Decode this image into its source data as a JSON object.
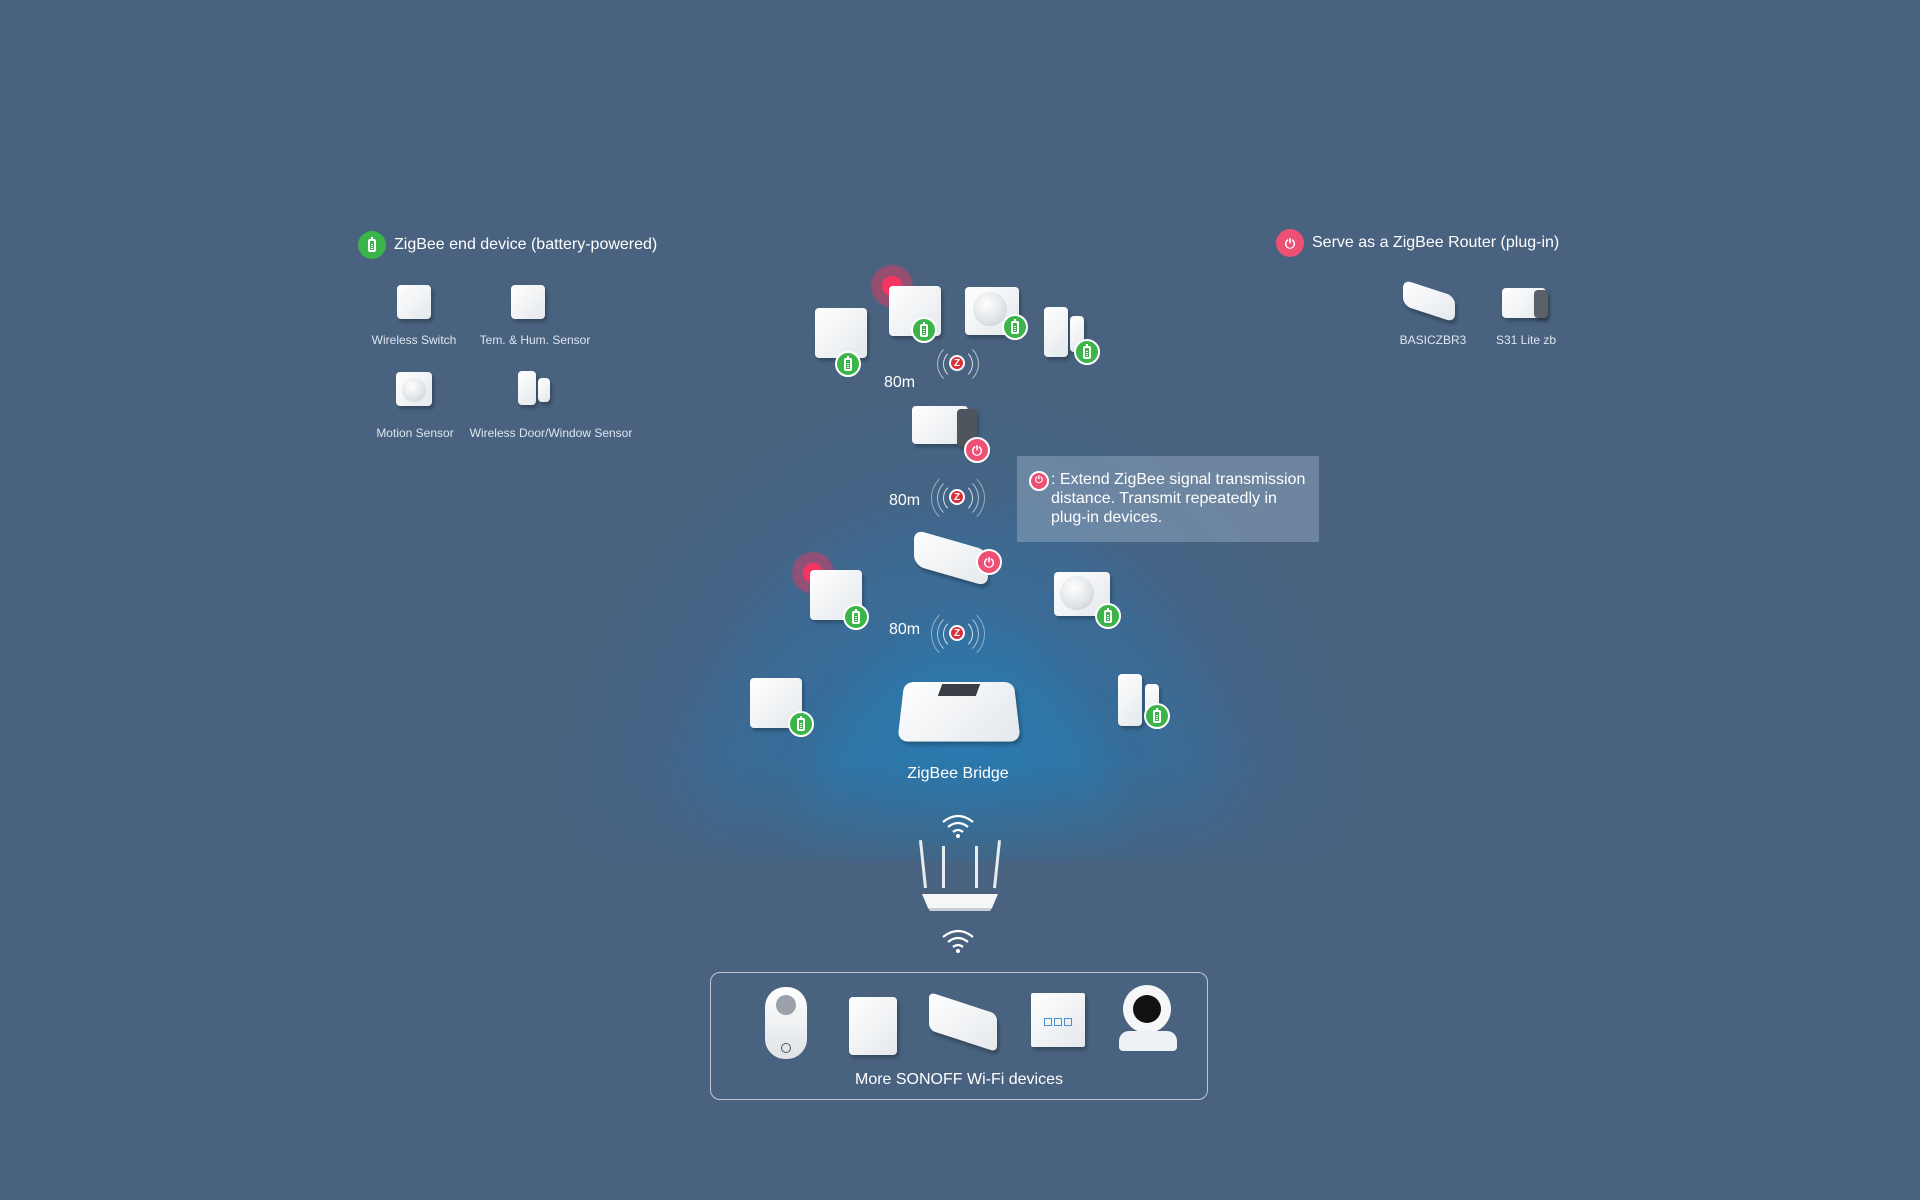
{
  "legend_end_device": {
    "label": "ZigBee end device (battery-powered)",
    "icon": "battery-icon",
    "color": "#3bb54a"
  },
  "legend_router": {
    "label": "Serve as a ZigBee Router (plug-in)",
    "icon": "plug-icon",
    "color": "#ee4f74"
  },
  "end_devices": [
    {
      "label": "Wireless Switch"
    },
    {
      "label": "Tem. & Hum. Sensor"
    },
    {
      "label": "Motion Sensor"
    },
    {
      "label": "Wireless Door/Window Sensor"
    }
  ],
  "routers": [
    {
      "label": "BASICZBR3"
    },
    {
      "label": "S31 Lite zb"
    }
  ],
  "distances": [
    "80m",
    "80m",
    "80m"
  ],
  "tooltip": {
    "text": ": Extend ZigBee signal transmission distance. Transmit repeatedly in plug-in devices."
  },
  "bridge": {
    "label": "ZigBee Bridge"
  },
  "wifi_devices": {
    "label": "More SONOFF Wi-Fi devices"
  }
}
